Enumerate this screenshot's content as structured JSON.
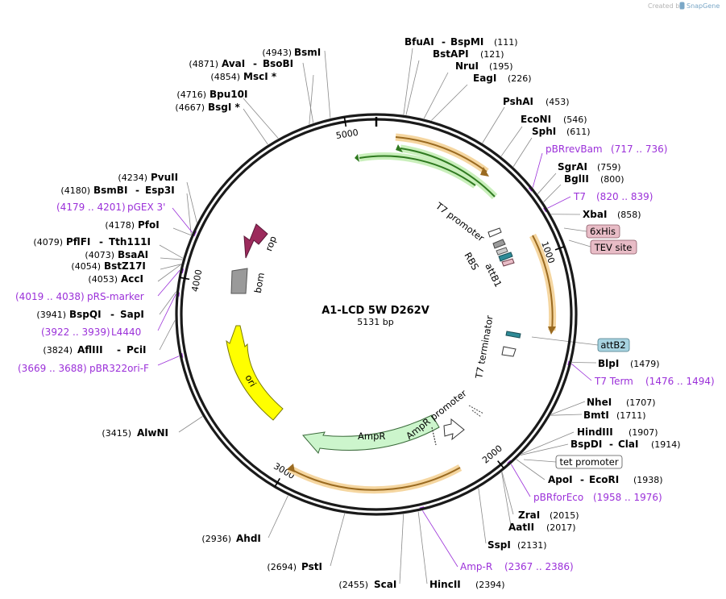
{
  "credit": {
    "prefix": "Created by",
    "brand": "SnapGene"
  },
  "plasmid": {
    "name": "A1-LCD 5W D262V",
    "length_label": "5131 bp",
    "length": 5131
  },
  "ticks": [
    {
      "pos": 1000,
      "label": "1000"
    },
    {
      "pos": 2000,
      "label": "2000"
    },
    {
      "pos": 3000,
      "label": "3000"
    },
    {
      "pos": 4000,
      "label": "4000"
    },
    {
      "pos": 5000,
      "label": "5000"
    }
  ],
  "sites": [
    {
      "id": "bsmi",
      "name": "BsmI",
      "pos": "(4943)",
      "site": 4943
    },
    {
      "id": "avai",
      "name": "AvaI",
      "name2": "BsoBI",
      "pos": "(4871)",
      "site": 4871
    },
    {
      "id": "msci",
      "name": "MscI *",
      "pos": "(4854)",
      "site": 4854
    },
    {
      "id": "bpu10i",
      "name": "Bpu10I",
      "pos": "(4716)",
      "site": 4716
    },
    {
      "id": "bsgi",
      "name": "BsgI *",
      "pos": "(4667)",
      "site": 4667
    },
    {
      "id": "bfuai",
      "name": "BfuAI",
      "name2": "BspMI",
      "pos": "(111)",
      "site": 111
    },
    {
      "id": "bstapi",
      "name": "BstAPI",
      "pos": "(121)",
      "site": 121
    },
    {
      "id": "nrui",
      "name": "NruI",
      "pos": "(195)",
      "site": 195
    },
    {
      "id": "eagi",
      "name": "EagI",
      "pos": "(226)",
      "site": 226
    },
    {
      "id": "pshai",
      "name": "PshAI",
      "pos": "(453)",
      "site": 453
    },
    {
      "id": "econi",
      "name": "EcoNI",
      "pos": "(546)",
      "site": 546
    },
    {
      "id": "sphi",
      "name": "SphI",
      "pos": "(611)",
      "site": 611
    },
    {
      "id": "sgrai",
      "name": "SgrAI",
      "pos": "(759)",
      "site": 759
    },
    {
      "id": "bglii",
      "name": "BglII",
      "pos": "(800)",
      "site": 800
    },
    {
      "id": "xbai",
      "name": "XbaI",
      "pos": "(858)",
      "site": 858
    },
    {
      "id": "pvuii",
      "name": "PvuII",
      "pos": "(4234)",
      "site": 4234
    },
    {
      "id": "bsmbi",
      "name": "BsmBI",
      "name2": "Esp3I",
      "pos": "(4180)",
      "site": 4180
    },
    {
      "id": "pfoi",
      "name": "PfoI",
      "pos": "(4178)",
      "site": 4178
    },
    {
      "id": "pflfi",
      "name": "PflFI",
      "name2": "Tth111I",
      "pos": "(4079)",
      "site": 4079
    },
    {
      "id": "bsaai",
      "name": "BsaAI",
      "pos": "(4073)",
      "site": 4073
    },
    {
      "id": "bstz17i",
      "name": "BstZ17I",
      "pos": "(4054)",
      "site": 4054
    },
    {
      "id": "acci",
      "name": "AccI",
      "pos": "(4053)",
      "site": 4053
    },
    {
      "id": "bspqi",
      "name": "BspQI",
      "name2": "SapI",
      "pos": "(3941)",
      "site": 3941
    },
    {
      "id": "aflIII",
      "name": "AflIII",
      "name2": "PciI",
      "pos": "(3824)",
      "site": 3824
    },
    {
      "id": "alwni",
      "name": "AlwNI",
      "pos": "(3415)",
      "site": 3415
    },
    {
      "id": "ahdi",
      "name": "AhdI",
      "pos": "(2936)",
      "site": 2936
    },
    {
      "id": "psti",
      "name": "PstI",
      "pos": "(2694)",
      "site": 2694
    },
    {
      "id": "scai",
      "name": "ScaI",
      "pos": "(2455)",
      "site": 2455
    },
    {
      "id": "hincii",
      "name": "HincII",
      "pos": "(2394)",
      "site": 2394
    },
    {
      "id": "sspi",
      "name": "SspI",
      "pos": "(2131)",
      "site": 2131
    },
    {
      "id": "aatii",
      "name": "AatII",
      "pos": "(2017)",
      "site": 2017
    },
    {
      "id": "zrai",
      "name": "ZraI",
      "pos": "(2015)",
      "site": 2015
    },
    {
      "id": "apoi",
      "name": "ApoI",
      "name2": "EcoRI",
      "pos": "(1938)",
      "site": 1938
    },
    {
      "id": "bspdi",
      "name": "BspDI",
      "name2": "ClaI",
      "pos": "(1914)",
      "site": 1914
    },
    {
      "id": "hindiii",
      "name": "HindIII",
      "pos": "(1907)",
      "site": 1907
    },
    {
      "id": "bmti",
      "name": "BmtI",
      "pos": "(1711)",
      "site": 1711
    },
    {
      "id": "nhei",
      "name": "NheI",
      "pos": "(1707)",
      "site": 1707
    },
    {
      "id": "blpi",
      "name": "BlpI",
      "pos": "(1479)",
      "site": 1479
    }
  ],
  "primers": [
    {
      "id": "pbrrevbam",
      "name": "pBRrevBam",
      "range": "(717 .. 736)",
      "start": 717,
      "end": 736
    },
    {
      "id": "t7",
      "name": "T7",
      "range": "(820 .. 839)",
      "start": 820,
      "end": 839
    },
    {
      "id": "t7term",
      "name": "T7 Term",
      "range": "(1476 .. 1494)",
      "start": 1476,
      "end": 1494
    },
    {
      "id": "pbrforeco",
      "name": "pBRforEco",
      "range": "(1958 .. 1976)",
      "start": 1958,
      "end": 1976
    },
    {
      "id": "ampr-primer",
      "name": "Amp-R",
      "range": "(2367 .. 2386)",
      "start": 2367,
      "end": 2386
    },
    {
      "id": "pbr322ori",
      "name": "pBR322ori-F",
      "range": "(3669 .. 3688)",
      "start": 3669,
      "end": 3688
    },
    {
      "id": "l4440",
      "name": "L4440",
      "range": "(3922 .. 3939)",
      "start": 3922,
      "end": 3939
    },
    {
      "id": "prs",
      "name": "pRS-marker",
      "range": "(4019 .. 4038)",
      "start": 4019,
      "end": 4038
    },
    {
      "id": "pgex3",
      "name": "pGEX 3'",
      "range": "(4179 .. 4201)",
      "start": 4179,
      "end": 4201
    }
  ],
  "features": {
    "rop": "rop",
    "bom": "bom",
    "ori": "ori",
    "ampr": "AmpR",
    "ampr_promoter": "AmpR promoter",
    "t7_promoter": "T7 promoter",
    "rbs": "RBS",
    "attb1": "attB1",
    "t7_terminator": "T7 terminator"
  },
  "boxed": {
    "his": "6xHis",
    "tev": "TEV site",
    "attb2": "attB2",
    "tet": "tet promoter"
  },
  "colors": {
    "backbone": "#1a1a1a",
    "orange_arrow": "#e7b46a",
    "green_arrow": "#44a82e",
    "rop": "#9c2a5c",
    "bom": "#9a9a9a",
    "ori": "#ffff00",
    "ampr": "#ccf5cc",
    "primer": "#9b30d9",
    "his_box": "#e8bcc6",
    "attb2_box": "#a8d3e0",
    "attb": "#2e8a96"
  }
}
